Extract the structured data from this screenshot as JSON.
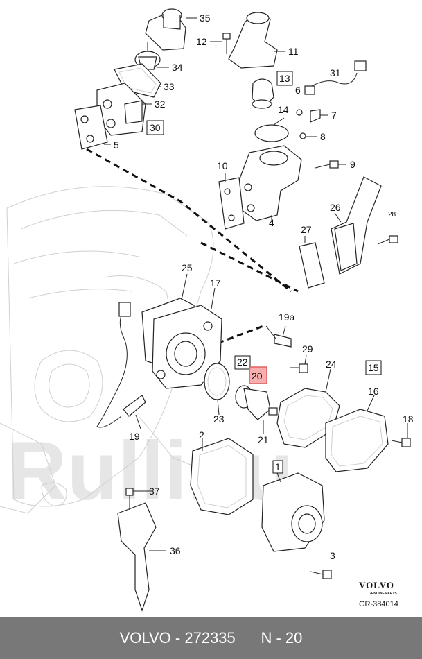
{
  "diagram": {
    "labels": {
      "n1": "1",
      "n2": "2",
      "n3": "3",
      "n4": "4",
      "n5": "5",
      "n6": "6",
      "n7": "7",
      "n8": "8",
      "n9": "9",
      "n10": "10",
      "n11": "11",
      "n12": "12",
      "n13": "13",
      "n14": "14",
      "n15": "15",
      "n16": "16",
      "n17": "17",
      "n18": "18",
      "n19": "19",
      "n19a": "19a",
      "n20": "20",
      "n21": "21",
      "n22": "22",
      "n23": "23",
      "n24": "24",
      "n25": "25",
      "n26": "26",
      "n27": "27",
      "n28": "28",
      "n29": "29",
      "n30": "30",
      "n31": "31",
      "n32": "32",
      "n33": "33",
      "n34": "34",
      "n35": "35",
      "n36": "36",
      "n37": "37"
    },
    "brand": {
      "name": "VOLVO",
      "sub": "GENUINE PARTS",
      "ref": "GR-384014"
    },
    "highlight_color": "#f08080"
  },
  "footer": {
    "brand": "VOLVO",
    "part_number": "272335",
    "position": "N - 20"
  }
}
